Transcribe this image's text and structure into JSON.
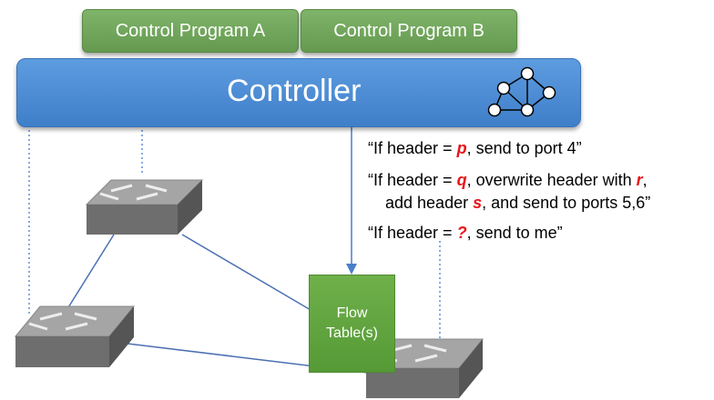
{
  "control_programs": [
    {
      "label": "Control Program A"
    },
    {
      "label": "Control Program B"
    }
  ],
  "controller": {
    "label": "Controller",
    "icon": "network-graph-icon"
  },
  "flow_table": {
    "line1": "Flow",
    "line2": "Table(s)"
  },
  "rules": [
    {
      "pre": "“If header = ",
      "var": "p",
      "post": ", send to port 4”"
    },
    {
      "pre": "“If header = ",
      "var": "q",
      "mid": ", overwrite header with ",
      "var2": "r",
      "post": ","
    },
    {
      "pre": "add header ",
      "var": "s",
      "post": ", and send to ports 5,6”"
    },
    {
      "pre": "“If header = ",
      "var": "?",
      "post": ", send to me”"
    }
  ],
  "colors": {
    "program_green": "#6fa85a",
    "controller_blue": "#4a8ad4",
    "flow_green": "#63a53f",
    "variable_red": "#e8141a",
    "link_blue": "#4a6fb3"
  }
}
